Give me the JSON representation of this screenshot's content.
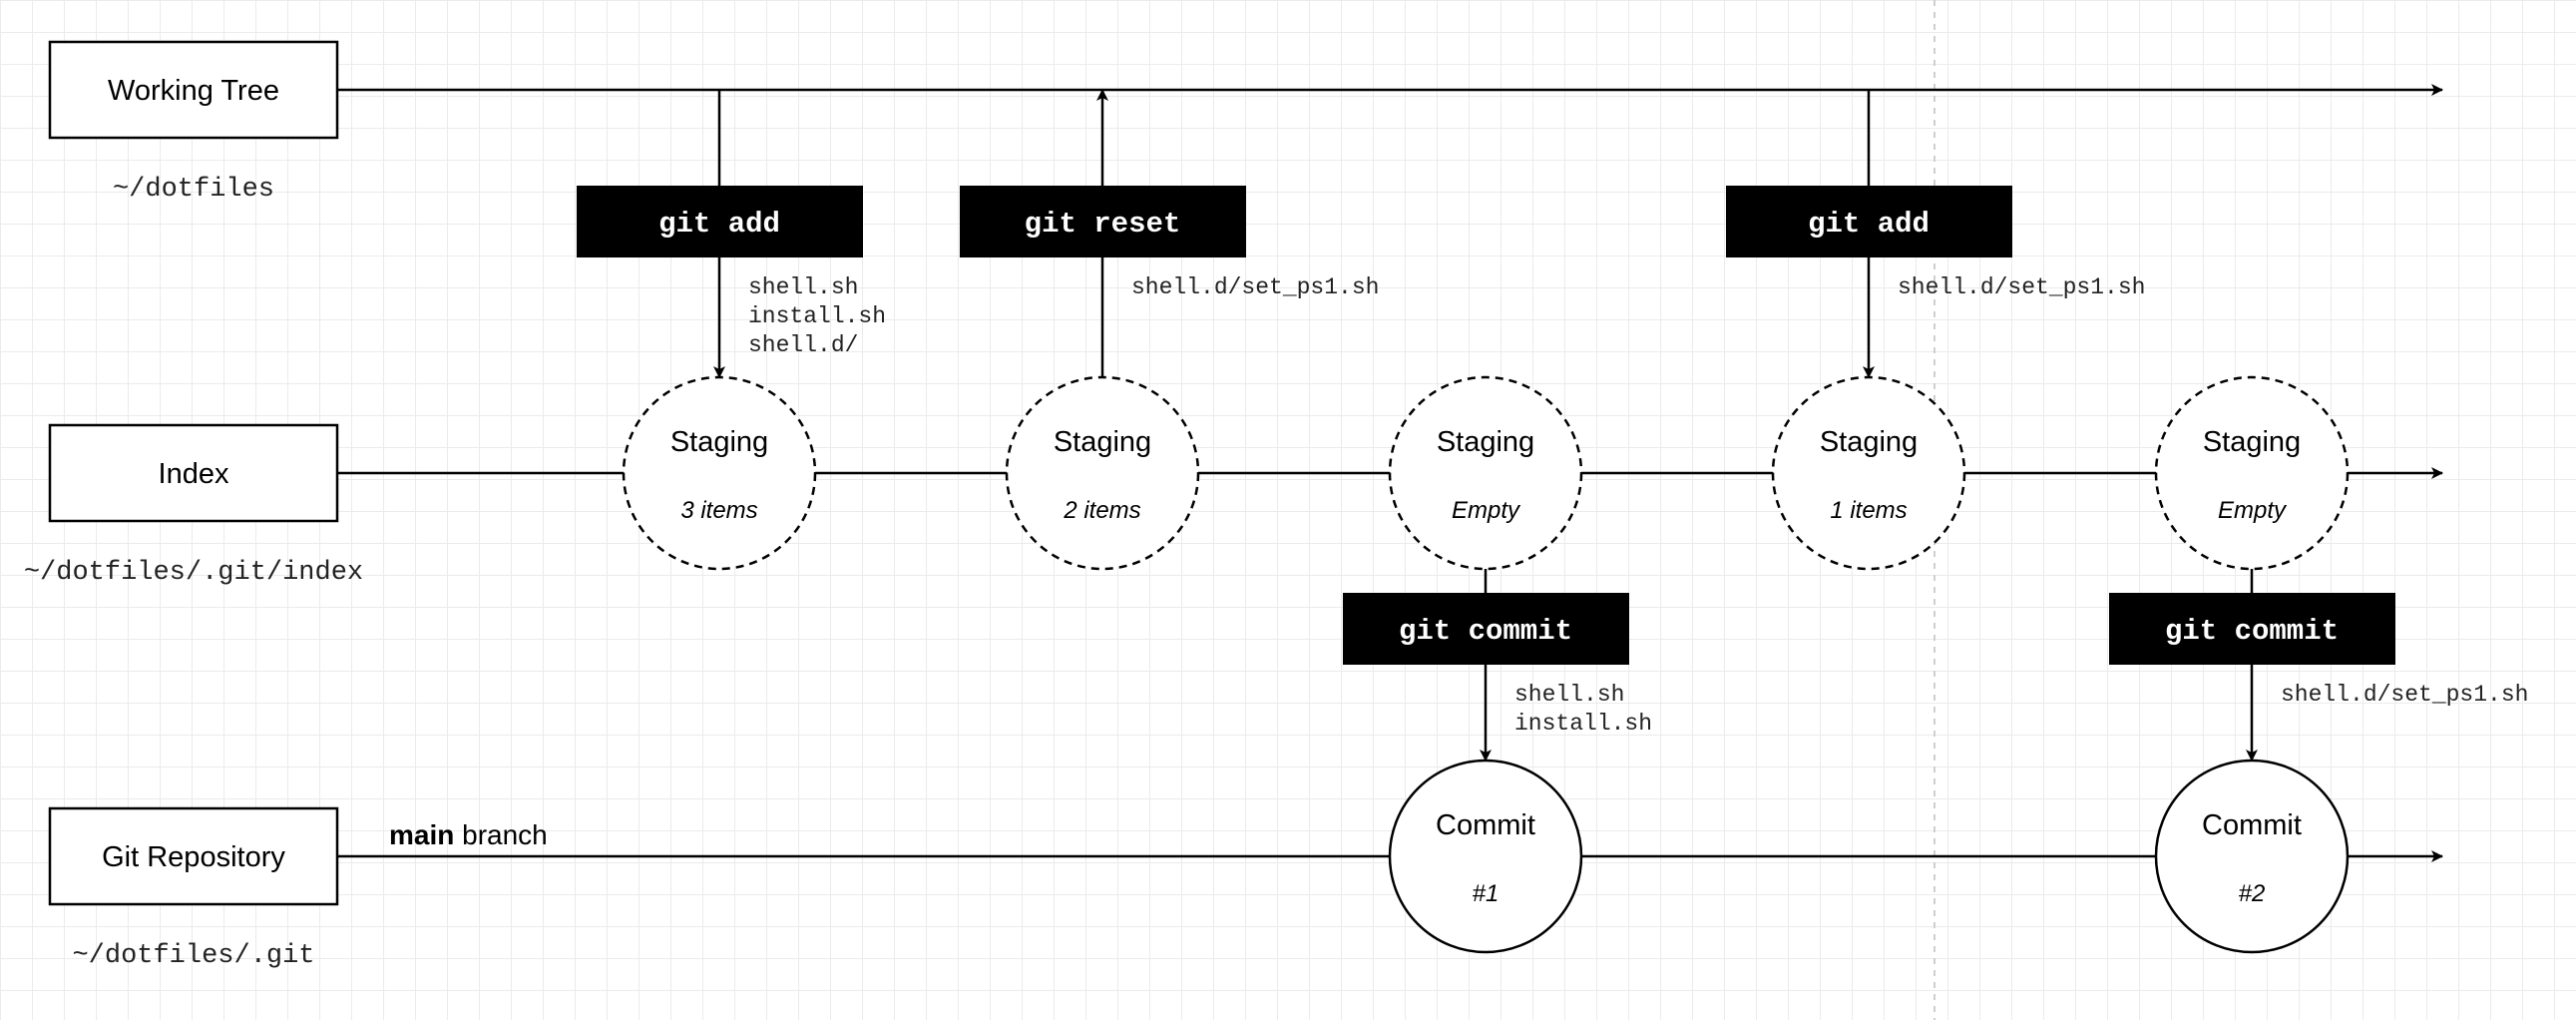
{
  "lanes": [
    {
      "id": "working-tree",
      "label": "Working Tree",
      "path": "~/dotfiles"
    },
    {
      "id": "index",
      "label": "Index",
      "path": "~/dotfiles/.git/index"
    },
    {
      "id": "repository",
      "label": "Git Repository",
      "path": "~/dotfiles/.git"
    }
  ],
  "branch": {
    "name": "main",
    "suffix": " branch"
  },
  "staging_nodes": [
    {
      "title": "Staging",
      "sub": "3 items"
    },
    {
      "title": "Staging",
      "sub": "2 items"
    },
    {
      "title": "Staging",
      "sub": "Empty"
    },
    {
      "title": "Staging",
      "sub": "1 items"
    },
    {
      "title": "Staging",
      "sub": "Empty"
    }
  ],
  "commit_nodes": [
    {
      "title": "Commit",
      "sub": "#1"
    },
    {
      "title": "Commit",
      "sub": "#2"
    }
  ],
  "commands": [
    {
      "label": "git add",
      "files": [
        "shell.sh",
        "install.sh",
        "shell.d/"
      ]
    },
    {
      "label": "git reset",
      "files": [
        "shell.d/set_ps1.sh"
      ]
    },
    {
      "label": "git add",
      "files": [
        "shell.d/set_ps1.sh"
      ]
    },
    {
      "label": "git commit",
      "files": [
        "shell.sh",
        "install.sh"
      ]
    },
    {
      "label": "git commit",
      "files": [
        "shell.d/set_ps1.sh"
      ]
    }
  ],
  "colors": {
    "line": "#000000",
    "command_bg": "#000000",
    "command_text": "#ffffff",
    "grid": "#ebebeb"
  }
}
